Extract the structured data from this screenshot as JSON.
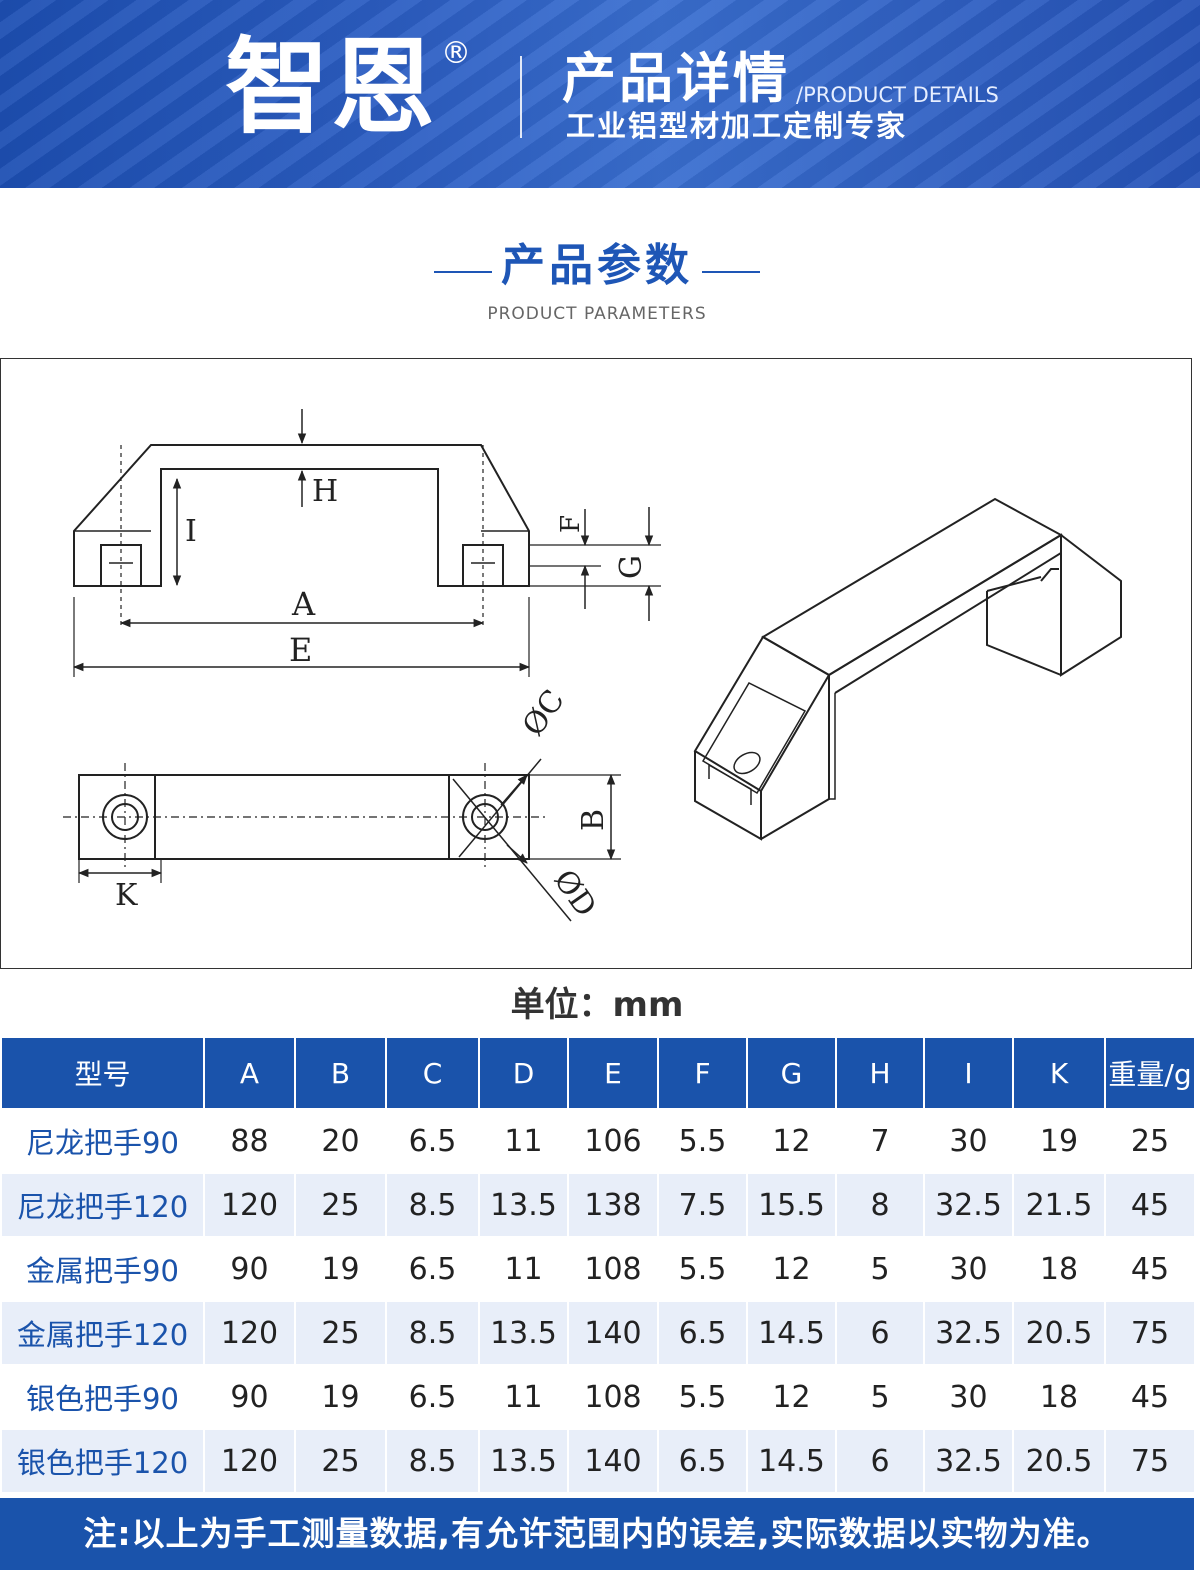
{
  "banner": {
    "brand": "智恩",
    "registered_mark": "®",
    "title": "产品详情",
    "title_en": "/PRODUCT DETAILS",
    "tagline": "工业铝型材加工定制专家"
  },
  "section": {
    "title": "产品参数",
    "subtitle": "PRODUCT PARAMETERS"
  },
  "drawing": {
    "labels": {
      "A": "A",
      "B": "B",
      "C": "ØC",
      "D": "ØD",
      "E": "E",
      "F": "F",
      "G": "G",
      "H": "H",
      "I": "I",
      "K": "K"
    }
  },
  "unit": "单位：mm",
  "table": {
    "headers": [
      "型号",
      "A",
      "B",
      "C",
      "D",
      "E",
      "F",
      "G",
      "H",
      "I",
      "K",
      "重量/g"
    ],
    "rows": [
      [
        "尼龙把手90",
        "88",
        "20",
        "6.5",
        "11",
        "106",
        "5.5",
        "12",
        "7",
        "30",
        "19",
        "25"
      ],
      [
        "尼龙把手120",
        "120",
        "25",
        "8.5",
        "13.5",
        "138",
        "7.5",
        "15.5",
        "8",
        "32.5",
        "21.5",
        "45"
      ],
      [
        "金属把手90",
        "90",
        "19",
        "6.5",
        "11",
        "108",
        "5.5",
        "12",
        "5",
        "30",
        "18",
        "45"
      ],
      [
        "金属把手120",
        "120",
        "25",
        "8.5",
        "13.5",
        "140",
        "6.5",
        "14.5",
        "6",
        "32.5",
        "20.5",
        "75"
      ],
      [
        "银色把手90",
        "90",
        "19",
        "6.5",
        "11",
        "108",
        "5.5",
        "12",
        "5",
        "30",
        "18",
        "45"
      ],
      [
        "银色把手120",
        "120",
        "25",
        "8.5",
        "13.5",
        "140",
        "6.5",
        "14.5",
        "6",
        "32.5",
        "20.5",
        "75"
      ]
    ]
  },
  "note": "注:以上为手工测量数据,有允许范围内的误差,实际数据以实物为准。",
  "colors": {
    "primary": "#1a53ab",
    "heading": "#1e56b6",
    "row_alt": "#e8eef9"
  }
}
